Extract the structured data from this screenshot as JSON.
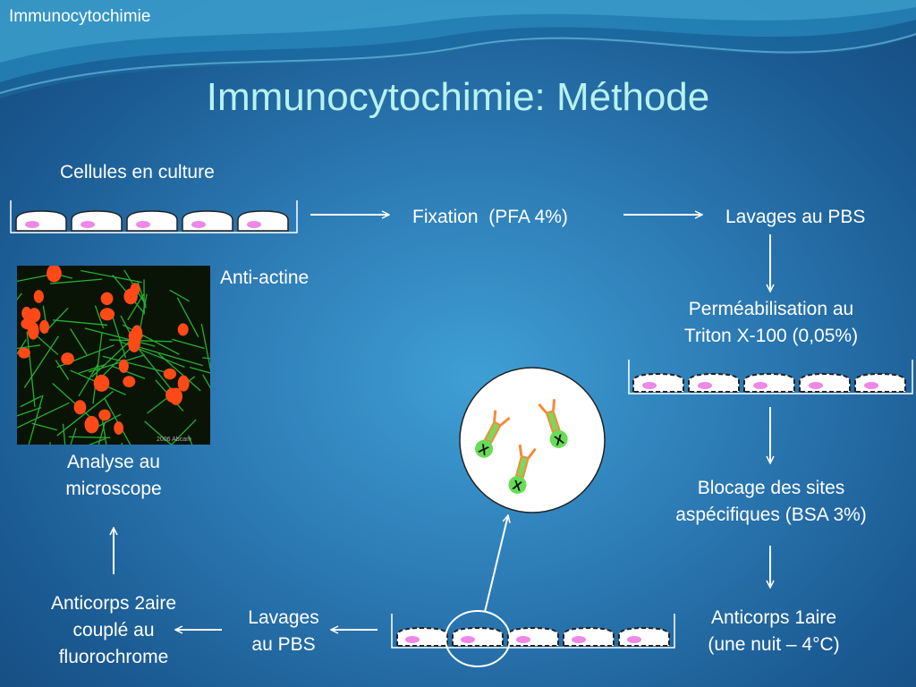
{
  "header": {
    "label": "Immunocytochimie"
  },
  "title": "Immunocytochimie: Méthode",
  "steps": {
    "culture": "Cellules en culture",
    "fixation": "Fixation  (PFA 4%)",
    "lavages1": "Lavages au PBS",
    "perm_line1": "Perméabilisation au",
    "perm_line2": "Triton X-100 (0,05%)",
    "block_line1": "Blocage des sites",
    "block_line2": "aspécifiques (BSA 3%)",
    "ab1_line1": "Anticorps 1aire",
    "ab1_line2": "(une nuit – 4°C)",
    "lavages2_line1": "Lavages",
    "lavages2_line2": "au PBS",
    "ab2_line1": "Anticorps 2aire",
    "ab2_line2": "couplé au",
    "ab2_line3": "fluorochrome",
    "analyse_line1": "Analyse au",
    "analyse_line2": "microscope"
  },
  "image": {
    "caption": "Anti-actine",
    "watermark": "2006 Abcam"
  },
  "zoom": {
    "marker": "X"
  },
  "colors": {
    "title": "#b8f2ee",
    "nucleus": "#ee88e6",
    "actin": "#2ec83a",
    "nuclei_stain": "#ff4a18",
    "antibody": "#f58a3a",
    "antigen": "#66dd55"
  }
}
